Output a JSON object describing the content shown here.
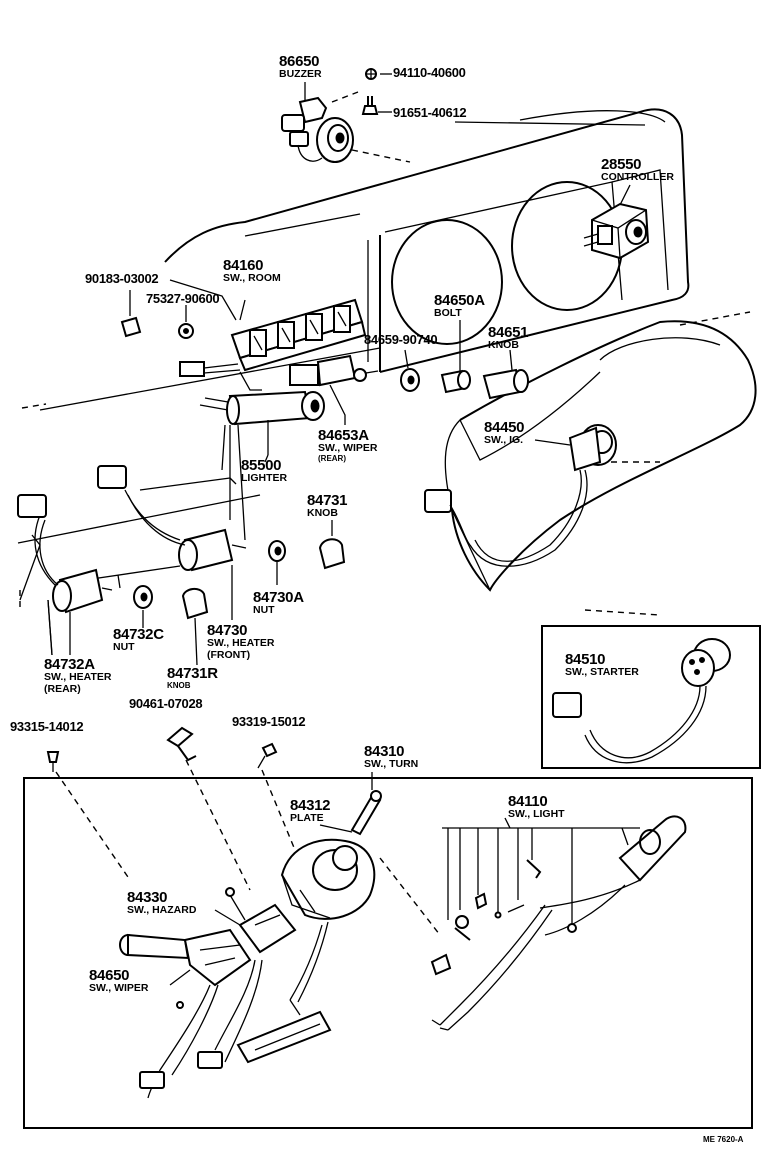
{
  "parts": {
    "p86650": {
      "num": "86650",
      "desc": "BUZZER"
    },
    "p94110": {
      "num": "94110-40600"
    },
    "p91651": {
      "num": "91651-40612"
    },
    "p28550": {
      "num": "28550",
      "desc": "CONTROLLER"
    },
    "p90183": {
      "num": "90183-03002"
    },
    "p84160": {
      "num": "84160",
      "desc": "SW., ROOM"
    },
    "p75327": {
      "num": "75327-90600"
    },
    "p84650A": {
      "num": "84650A",
      "desc": "BOLT"
    },
    "p84659": {
      "num": "84659-90740"
    },
    "p84651": {
      "num": "84651",
      "desc": "KNOB"
    },
    "p84653A": {
      "num": "84653A",
      "desc1": "SW., WIPER",
      "desc2": "(REAR)"
    },
    "p84450": {
      "num": "84450",
      "desc": "SW., IG."
    },
    "p85500": {
      "num": "85500",
      "desc": "LIGHTER"
    },
    "p84731": {
      "num": "84731",
      "desc": "KNOB"
    },
    "p84730A": {
      "num": "84730A",
      "desc": "NUT"
    },
    "p84732C": {
      "num": "84732C",
      "desc": "NUT"
    },
    "p84730": {
      "num": "84730",
      "desc1": "SW., HEATER",
      "desc2": "(FRONT)"
    },
    "p84732A": {
      "num": "84732A",
      "desc1": "SW., HEATER",
      "desc2": "(REAR)"
    },
    "p84731R": {
      "num": "84731R",
      "desc": "KNOB"
    },
    "p84510": {
      "num": "84510",
      "desc": "SW., STARTER"
    },
    "p90461": {
      "num": "90461-07028"
    },
    "p93315": {
      "num": "93315-14012"
    },
    "p93319": {
      "num": "93319-15012"
    },
    "p84310": {
      "num": "84310",
      "desc": "SW., TURN"
    },
    "p84312": {
      "num": "84312",
      "desc": "PLATE"
    },
    "p84110": {
      "num": "84110",
      "desc": "SW., LIGHT"
    },
    "p84330": {
      "num": "84330",
      "desc": "SW., HAZARD"
    },
    "p84650": {
      "num": "84650",
      "desc": "SW., WIPER"
    }
  },
  "footer": {
    "code": "ME 7620-A"
  }
}
